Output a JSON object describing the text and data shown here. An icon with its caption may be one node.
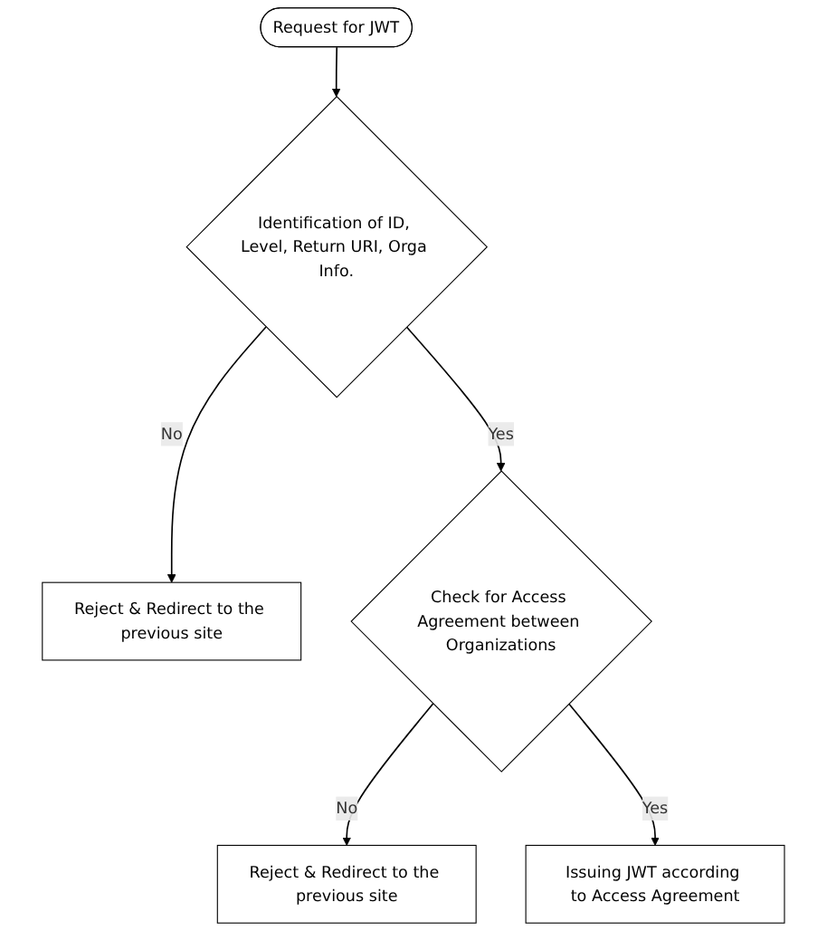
{
  "diagram": {
    "nodes": [
      {
        "text": [
          "Request for JWT"
        ]
      },
      {
        "text": [
          "Identification of ID, Level, Return URI, Orga Info."
        ]
      },
      {
        "text": [
          "Reject & Redirect to the previous site"
        ]
      },
      {
        "text": [
          "Check for Access Agreement between Organizations"
        ]
      },
      {
        "text": [
          "Reject & Redirect to the previous site"
        ]
      },
      {
        "text": [
          "Issuing JWT according to Access Agreement"
        ]
      }
    ],
    "edges": [
      {
        "from": 0,
        "to": 1,
        "arrow": "to"
      },
      {
        "from": 1,
        "to": 2,
        "label": "No",
        "arrow": "to"
      },
      {
        "from": 1,
        "to": 3,
        "label": "Yes",
        "arrow": "to"
      },
      {
        "from": 3,
        "to": 4,
        "label": "No",
        "arrow": "to"
      },
      {
        "from": 3,
        "to": 5,
        "label": "Yes",
        "arrow": "to"
      }
    ]
  }
}
